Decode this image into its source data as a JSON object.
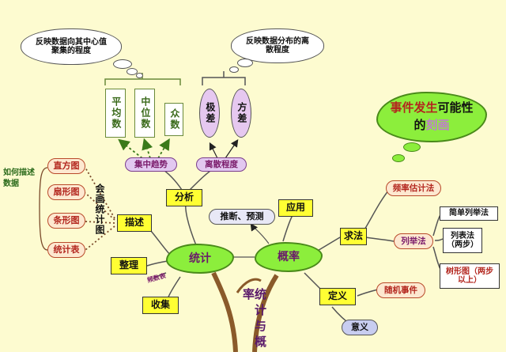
{
  "thought_left": "反映数据向其中心值聚集的程度",
  "thought_right": "反映数据分布的离散程度",
  "event_title": {
    "a": "事件发生",
    "b": "可",
    "c": "能性的",
    "d": "刻画"
  },
  "central": {
    "stat": "统计",
    "prob": "概率",
    "bottom": "统计与概率"
  },
  "stats": {
    "averages": [
      "平均数",
      "中位数",
      "众数"
    ],
    "concentration": "集中趋势",
    "dispersion": "离散程度",
    "range": "极差",
    "variance": "方差",
    "analysis": "分析",
    "describe": "描述",
    "organize": "整理",
    "collect": "收集",
    "how_to_describe": "如何描述数据",
    "charts_label": "会画统计图",
    "charts": [
      "直方图",
      "扇形图",
      "条形图",
      "统计表"
    ],
    "tally": "频数表"
  },
  "prob": {
    "infer": "推断、预测",
    "apply": "应用",
    "methods": "求法",
    "freq": "频率估计法",
    "listing": "列举法",
    "list_simple": "简单列举法",
    "list_table": "列表法（两步）",
    "list_tree": "树形图（两步以上）",
    "define": "定义",
    "random_event": "随机事件",
    "meaning": "意义"
  },
  "colors": {
    "background": "#fdfbd0",
    "yellow_box": "#ffff33",
    "cloud_green": "#8cee3c",
    "chart_red": "#b3261e",
    "purple_text": "#7a1a6a"
  }
}
